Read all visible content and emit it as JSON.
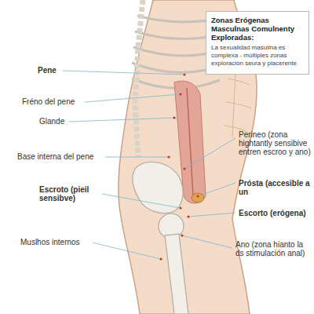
{
  "diagram": {
    "nodes": [
      {
        "text": [
          "Zonas Erógenas Masculnas Comulnenty Exploradas:",
          "La sexualidad masulina es complexa - múltiples zonas exploración seura y placerente"
        ]
      }
    ],
    "labels": [
      "Pene",
      "Fréno del pene",
      "Glande",
      "Base interna del pene",
      "Escroto (pieil sensibve)",
      "Muslhos internos",
      "Perineo (zona hightantly sensibive entren escroo y ano)",
      "Prósta (accesible a un",
      "Escorto (erógena)",
      "Ano (zona hianto la ds stimulación anal)"
    ]
  }
}
